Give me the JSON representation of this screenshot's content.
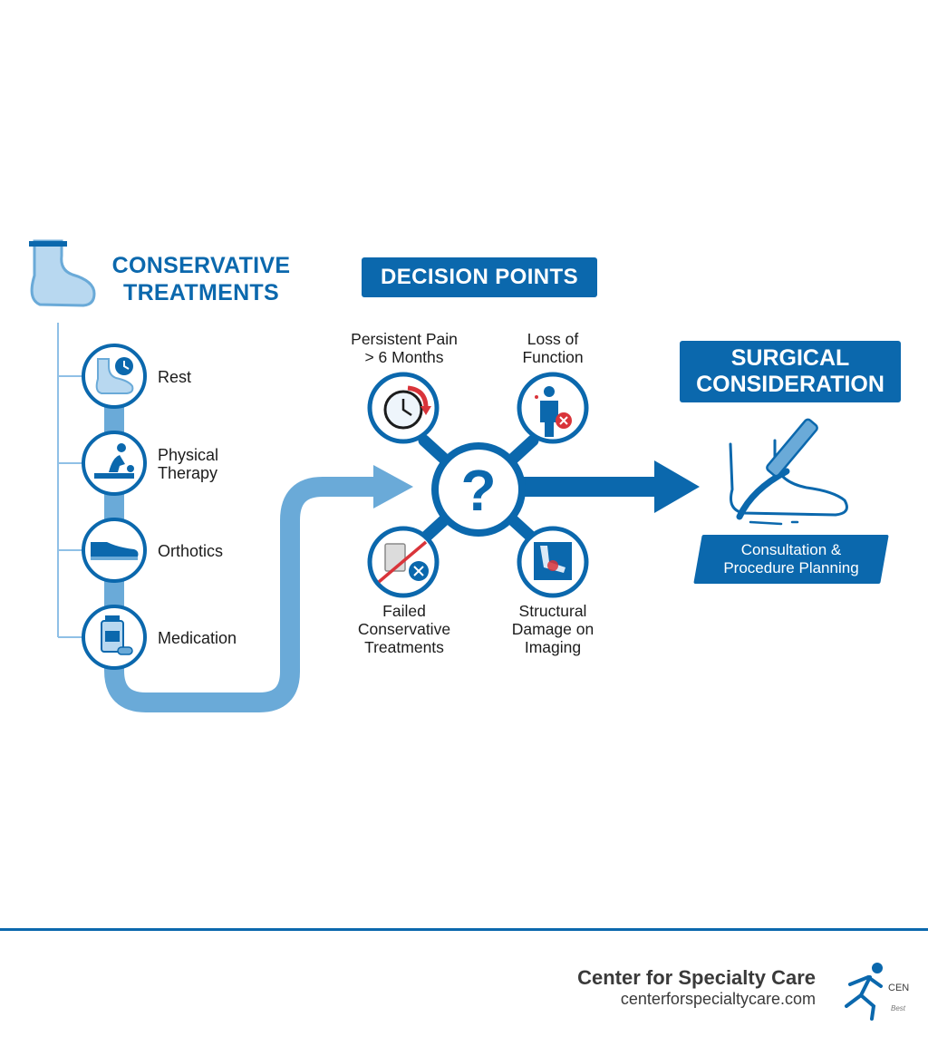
{
  "conservative": {
    "title_line1": "CONSERVATIVE",
    "title_line2": "TREATMENTS",
    "items": [
      {
        "label_line1": "Rest",
        "label_line2": "",
        "icon": "foot-clock-icon"
      },
      {
        "label_line1": "Physical",
        "label_line2": "Therapy",
        "icon": "physical-therapy-icon"
      },
      {
        "label_line1": "Orthotics",
        "label_line2": "",
        "icon": "shoe-icon"
      },
      {
        "label_line1": "Medication",
        "label_line2": "",
        "icon": "medicine-bottle-icon"
      }
    ]
  },
  "decision": {
    "title": "DECISION POINTS",
    "center_symbol": "?",
    "points": [
      {
        "label_lines": [
          "Persistent Pain",
          "> 6 Months"
        ],
        "icon": "clock-icon"
      },
      {
        "label_lines": [
          "Loss of",
          "Function"
        ],
        "icon": "person-x-icon"
      },
      {
        "label_lines": [
          "Failed",
          "Conservative",
          "Treatments"
        ],
        "icon": "crossed-medicine-icon"
      },
      {
        "label_lines": [
          "Structural",
          "Damage on",
          "Imaging"
        ],
        "icon": "xray-foot-icon"
      }
    ]
  },
  "surgical": {
    "title_line1": "SURGICAL",
    "title_line2": "CONSIDERATION",
    "icon": "scalpel-foot-icon",
    "consult_line1": "Consultation &",
    "consult_line2": "Procedure Planning"
  },
  "footer": {
    "brand_name": "Center for Specialty Care",
    "brand_url": "centerforspecialtycare.com",
    "logo_text": "CEN",
    "logo_tag": "Best"
  },
  "colors": {
    "primary": "#0b68ad",
    "light": "#6aaad8",
    "pale": "#b8d8f0",
    "accent_red": "#d9343a"
  }
}
